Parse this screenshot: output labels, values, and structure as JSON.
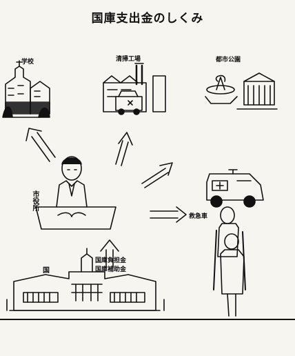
{
  "title": "国庫支出金のしくみ",
  "labels": {
    "school": "学校",
    "sewage_plant": "清掃工場",
    "city_park": "都市公園",
    "city_hall": "市役所",
    "ambulance": "救急車",
    "state": "国",
    "subsidy_1": "国庫負担金",
    "subsidy_2": "国庫補助金"
  }
}
